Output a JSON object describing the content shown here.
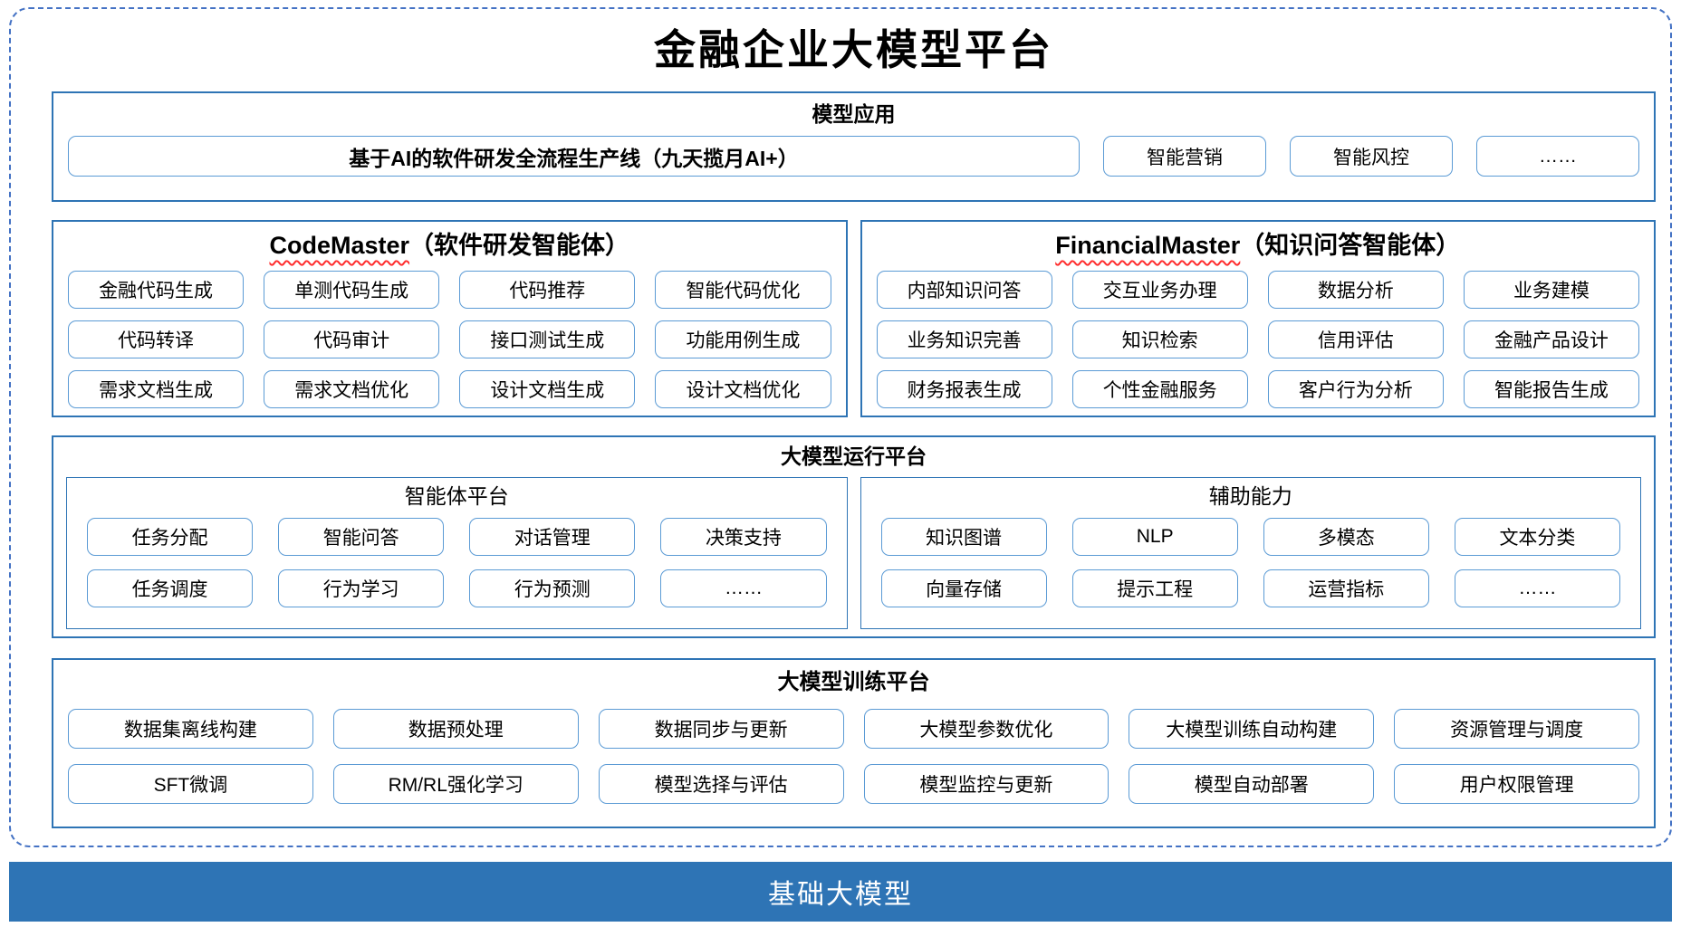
{
  "title": "金融企业大模型平台",
  "colors": {
    "section_border": "#2E74B5",
    "item_border": "#5B9BD5",
    "outer_dashed_border": "#4472C4",
    "base_bar_background": "#2E74B5",
    "spellcheck_wavy_underline": "#FF2D2D"
  },
  "model_app": {
    "header": "模型应用",
    "main_item": "基于AI的软件研发全流程生产线（九天揽月AI+）",
    "items": [
      "智能营销",
      "智能风控",
      "……"
    ]
  },
  "code_master": {
    "name": "CodeMaster",
    "suffix": "（软件研发智能体）",
    "items": [
      "金融代码生成",
      "单测代码生成",
      "代码推荐",
      "智能代码优化",
      "代码转译",
      "代码审计",
      "接口测试生成",
      "功能用例生成",
      "需求文档生成",
      "需求文档优化",
      "设计文档生成",
      "设计文档优化"
    ]
  },
  "financial_master": {
    "name": "FinancialMaster",
    "suffix": "（知识问答智能体）",
    "items": [
      "内部知识问答",
      "交互业务办理",
      "数据分析",
      "业务建模",
      "业务知识完善",
      "知识检索",
      "信用评估",
      "金融产品设计",
      "财务报表生成",
      "个性金融服务",
      "客户行为分析",
      "智能报告生成"
    ]
  },
  "runtime": {
    "header": "大模型运行平台",
    "agent_platform": {
      "header": "智能体平台",
      "items": [
        "任务分配",
        "智能问答",
        "对话管理",
        "决策支持",
        "任务调度",
        "行为学习",
        "行为预测",
        "……"
      ]
    },
    "aux_ability": {
      "header": "辅助能力",
      "items": [
        "知识图谱",
        "NLP",
        "多模态",
        "文本分类",
        "向量存储",
        "提示工程",
        "运营指标",
        "……"
      ]
    }
  },
  "training": {
    "header": "大模型训练平台",
    "items": [
      "数据集离线构建",
      "数据预处理",
      "数据同步与更新",
      "大模型参数优化",
      "大模型训练自动构建",
      "资源管理与调度",
      "SFT微调",
      "RM/RL强化学习",
      "模型选择与评估",
      "模型监控与更新",
      "模型自动部署",
      "用户权限管理"
    ]
  },
  "base_model": {
    "label": "基础大模型"
  }
}
